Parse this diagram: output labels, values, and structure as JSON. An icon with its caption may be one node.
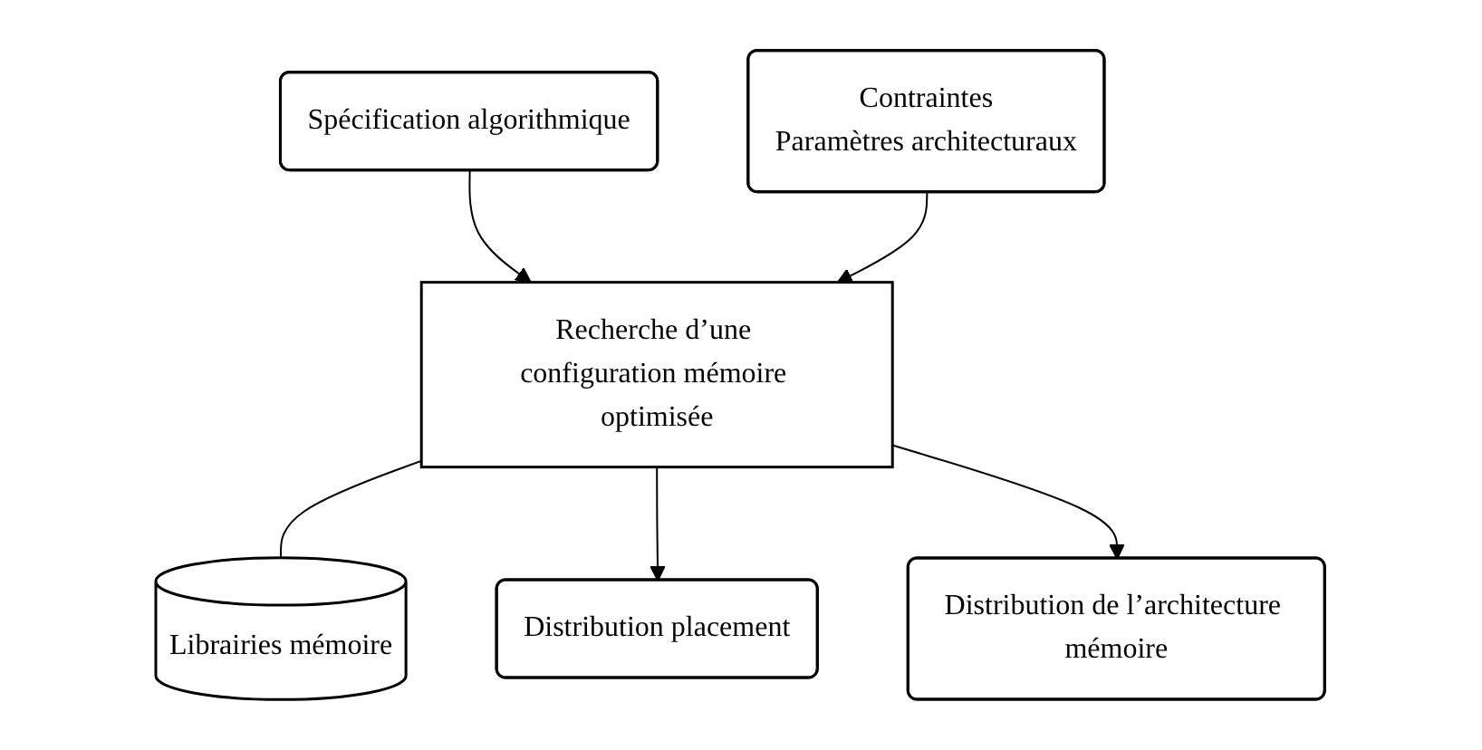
{
  "diagram": {
    "nodes": [
      {
        "text": [
          "Spécification algorithmique"
        ]
      },
      {
        "text": [
          "Contraintes",
          "Paramètres architecturaux"
        ]
      },
      {
        "text": [
          "Recherche d’une configuration mémoire optimisée"
        ]
      },
      {
        "text": [
          "Librairies mémoire"
        ]
      },
      {
        "text": [
          "Distribution placement"
        ]
      },
      {
        "text": [
          "Distribution de l’architecture mémoire"
        ]
      }
    ],
    "edges": [
      {
        "from": 0,
        "to": 2,
        "arrow": "to"
      },
      {
        "from": 1,
        "to": 2,
        "arrow": "to"
      },
      {
        "from": 2,
        "to": 3,
        "arrow": "none"
      },
      {
        "from": 2,
        "to": 4,
        "arrow": "to"
      },
      {
        "from": 2,
        "to": 5,
        "arrow": "to"
      }
    ]
  }
}
